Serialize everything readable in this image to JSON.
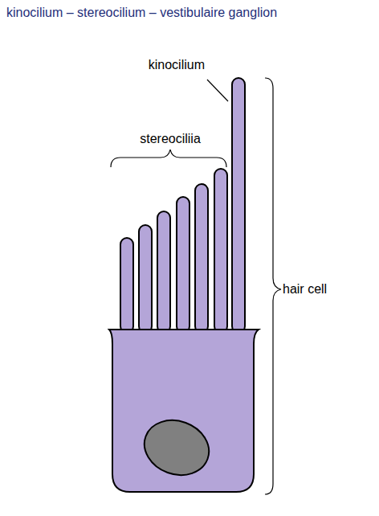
{
  "diagram": {
    "title": "kinocilium – stereocilium – vestibulaire ganglion",
    "labels": [
      "kinocilium",
      "stereociliia",
      "hair cell"
    ]
  }
}
